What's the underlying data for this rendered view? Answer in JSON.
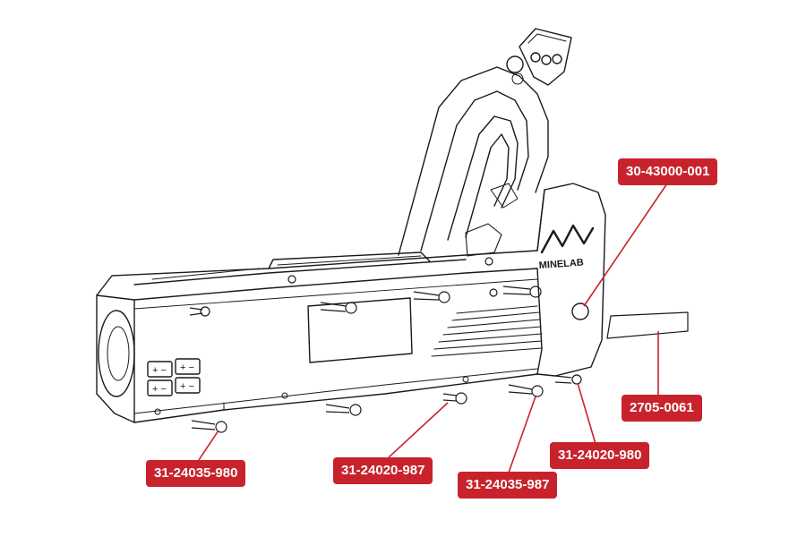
{
  "theme": {
    "callout_color": "#c8232c",
    "line_color": "#c8232c",
    "drawing_stroke": "#1a1a1a"
  },
  "callouts": {
    "c1": "30-43000-001",
    "c2": "2705-0061",
    "c3": "31-24020-980",
    "c4": "31-24035-987",
    "c5": "31-24020-987",
    "c6": "31-24035-980"
  },
  "drawing": {
    "logo_text": "MINELAB"
  }
}
